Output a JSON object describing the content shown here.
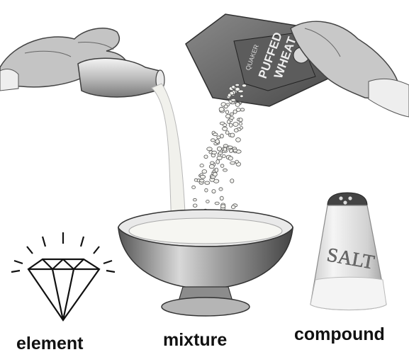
{
  "labels": {
    "element": "element",
    "mixture": "mixture",
    "compound": "compound"
  },
  "box_text": {
    "brand": "QUAKER",
    "line1": "PUFFED",
    "line2": "WHEAT"
  },
  "shaker_text": "SALT",
  "icons": [
    "diamond-icon",
    "milk-bottle-icon",
    "cereal-box-icon",
    "bowl-icon",
    "salt-shaker-icon"
  ],
  "colors": {
    "ink": "#111111",
    "illustration_grey": "#6e6e6e",
    "milk": "#f2f2ee"
  }
}
